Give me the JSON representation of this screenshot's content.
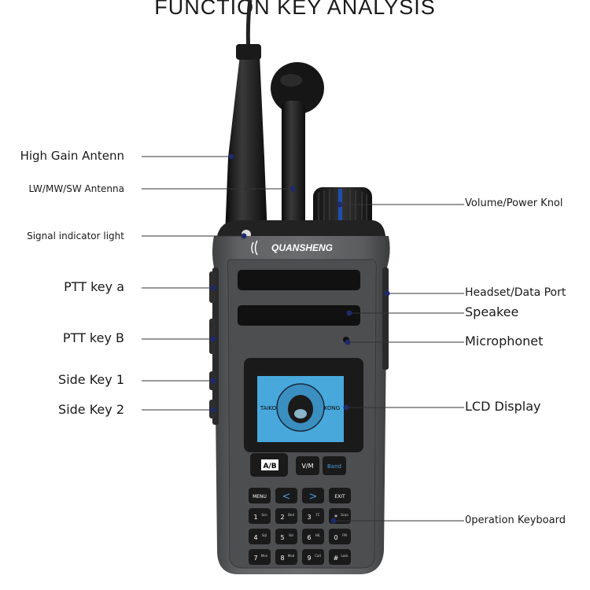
{
  "title": "FUNCTION KEY ANALYSIS",
  "labels_left": {
    "antenna": "High Gain Antenn",
    "lw_antenna": "LW/MW/SW Antenna",
    "signal_light": "Signal indicator light",
    "ptt_a": "PTT key a",
    "ptt_b": "PTT key B",
    "side1": "Side Key 1",
    "side2": "Side Key 2"
  },
  "labels_right": {
    "volume": "Volume/Power Knol",
    "headset": "Headset/Data Port",
    "speaker": "Speakee",
    "microphone": "Microphonet",
    "lcd": "LCD Display",
    "keyboard": "0peration Keyboard"
  },
  "radio": {
    "brand": "QUANSHENG",
    "screen_left": "TAIKO",
    "screen_right": "KONG",
    "ab_key": "A/B",
    "vm_key": "V/M",
    "band_key": "Band",
    "menu_key": "MENU",
    "exit_key": "EXIT",
    "left_arrow": "<",
    "right_arrow": ">",
    "keys": [
      {
        "main": "1",
        "sub": "Scn"
      },
      {
        "main": "2",
        "sub": "Bnd"
      },
      {
        "main": "3",
        "sub": "FC"
      },
      {
        "main": "*",
        "sub": "Scan"
      },
      {
        "main": "4",
        "sub": "Sql"
      },
      {
        "main": "5",
        "sub": "Vol"
      },
      {
        "main": "6",
        "sub": "H/L"
      },
      {
        "main": "0",
        "sub": "FM"
      },
      {
        "main": "7",
        "sub": "Mon"
      },
      {
        "main": "8",
        "sub": "Mod"
      },
      {
        "main": "9",
        "sub": "Call"
      },
      {
        "main": "#",
        "sub": "Lock"
      }
    ]
  },
  "colors": {
    "body": "#555759",
    "dark": "#1c1c1c",
    "screen": "#48a8dc",
    "pointer": "#1e2a6a",
    "line": "#333333"
  }
}
